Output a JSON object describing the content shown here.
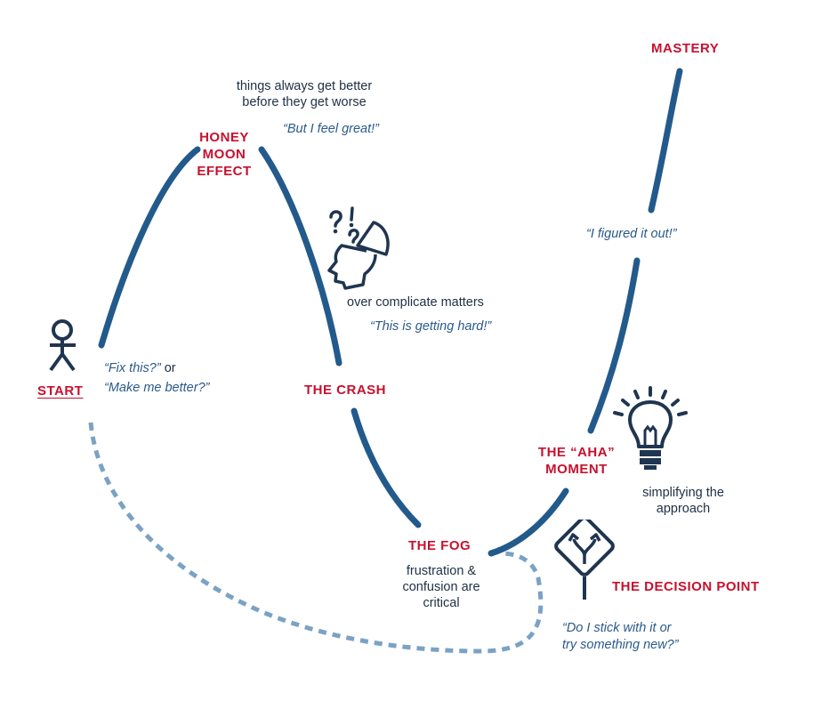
{
  "colors": {
    "main_curve": "#235a8c",
    "dashed_path": "#7ba2c4",
    "label_red": "#c8102e",
    "icon_navy": "#1f3550",
    "text_dark": "#1f2f45",
    "quote_blue": "#2a5a8a"
  },
  "stages": {
    "start": "START",
    "honeymoon": [
      "HONEY",
      "MOON",
      "EFFECT"
    ],
    "crash": "THE CRASH",
    "fog": "THE FOG",
    "aha": [
      "THE “AHA”",
      "MOMENT"
    ],
    "decision": "THE DECISION POINT",
    "mastery": "MASTERY"
  },
  "descriptions": {
    "honeymoon": [
      "things always get better",
      "before they get worse"
    ],
    "crash": "over complicate matters",
    "fog": [
      "frustration &",
      "confusion are",
      "critical"
    ],
    "aha": [
      "simplifying the",
      "approach"
    ]
  },
  "quotes": {
    "start": [
      "“Fix this?”",
      "or",
      "“Make me better?”"
    ],
    "honeymoon": "“But I feel great!”",
    "crash": "“This is getting hard!”",
    "aha": "“I figured it out!”",
    "decision": [
      "“Do I stick with it or",
      "try something new?”"
    ]
  },
  "icons": {
    "start": "stick-figure-icon",
    "crash": "confused-head-icon",
    "aha": "lightbulb-icon",
    "decision": "fork-road-sign-icon"
  }
}
